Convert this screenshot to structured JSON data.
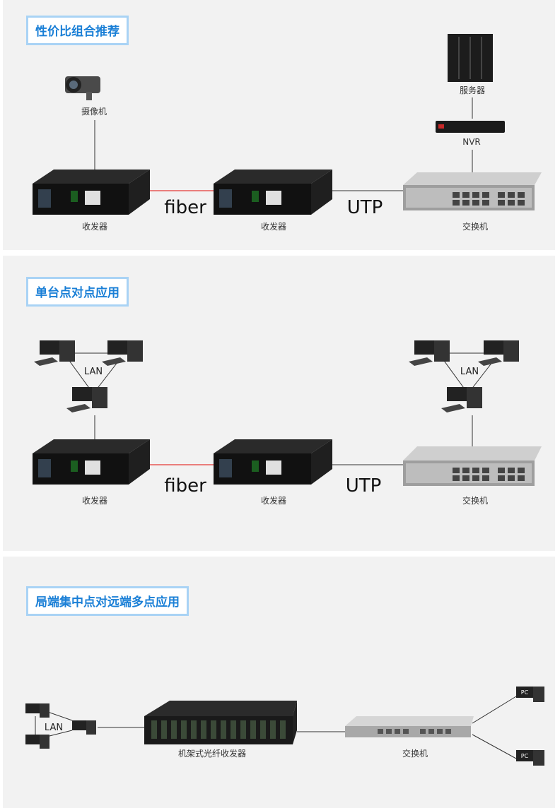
{
  "sections": [
    {
      "title": "性价比组合推荐"
    },
    {
      "title": "单台点对点应用"
    },
    {
      "title": "局端集中点对远端多点应用"
    }
  ],
  "labels": {
    "camera": "摄像机",
    "server": "服务器",
    "nvr": "NVR",
    "transceiver": "收发器",
    "switch": "交换机",
    "fiber": "fiber",
    "utp": "UTP",
    "lan": "LAN",
    "rack_transceiver": "机架式光纤收发器",
    "pc": "PC"
  },
  "colors": {
    "accent": "#1a7fd6",
    "title_border": "#a9d3f5",
    "fiber_line": "#e53935"
  }
}
